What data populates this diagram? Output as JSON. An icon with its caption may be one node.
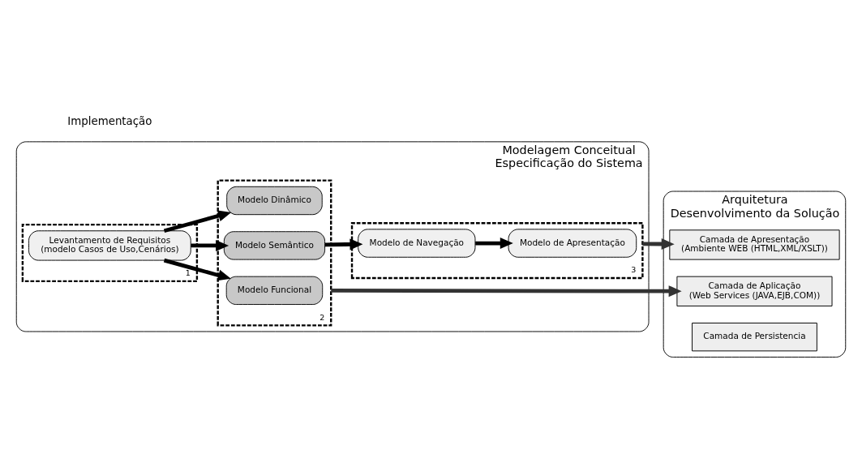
{
  "diagram": {
    "nodes": [
      {
        "text": [
          "Modelagem Conceitual"
        ],
        "beside": [
          "Especificação do Sistema"
        ]
      },
      {
        "text": [
          "1"
        ],
        "in": 0
      },
      {
        "text": [
          "Levantamento de Requisitos",
          "(modelo Casos de Uso,Cenários)"
        ],
        "in": 1
      },
      {
        "text": [
          "2"
        ],
        "in": 0
      },
      {
        "text": [
          "Modelo Dinâmico"
        ],
        "in": 3
      },
      {
        "text": [
          "Modelo Semântico"
        ],
        "in": 3
      },
      {
        "text": [
          "Modelo Funcional"
        ],
        "in": 3
      },
      {
        "text": [
          "3"
        ],
        "in": 0
      },
      {
        "text": [
          "Modelo de Navegação"
        ],
        "in": 7
      },
      {
        "text": [
          "Modelo de Apresentação"
        ],
        "in": 7
      },
      {
        "text": [
          "Arquitetura"
        ],
        "beside": [
          "Desenvolvimento da Solução"
        ]
      },
      {
        "text": [
          "Camada de Apresentação",
          "(Ambiente WEB (HTML,XML/XSLT))"
        ],
        "in": 10
      },
      {
        "text": [
          "Camada de Aplicação",
          "(Web Services (JAVA,EJB,COM))"
        ],
        "in": 10
      },
      {
        "text": [
          "Camada de Persistencia"
        ],
        "in": 10
      }
    ],
    "edges": [
      {
        "from": 2,
        "to": 4,
        "arrow": "to"
      },
      {
        "from": 2,
        "to": 5,
        "arrow": "to"
      },
      {
        "from": 2,
        "to": 6,
        "arrow": "to"
      },
      {
        "from": 5,
        "to": 8,
        "arrow": "to"
      },
      {
        "from": 8,
        "to": 9,
        "arrow": "to"
      },
      {
        "from": 3,
        "to": 12,
        "arrow": "to",
        "color": "#333333"
      },
      {
        "from": 7,
        "to": 11,
        "arrow": "to",
        "color": "#333333"
      }
    ],
    "labels": [
      "Implementação"
    ]
  }
}
